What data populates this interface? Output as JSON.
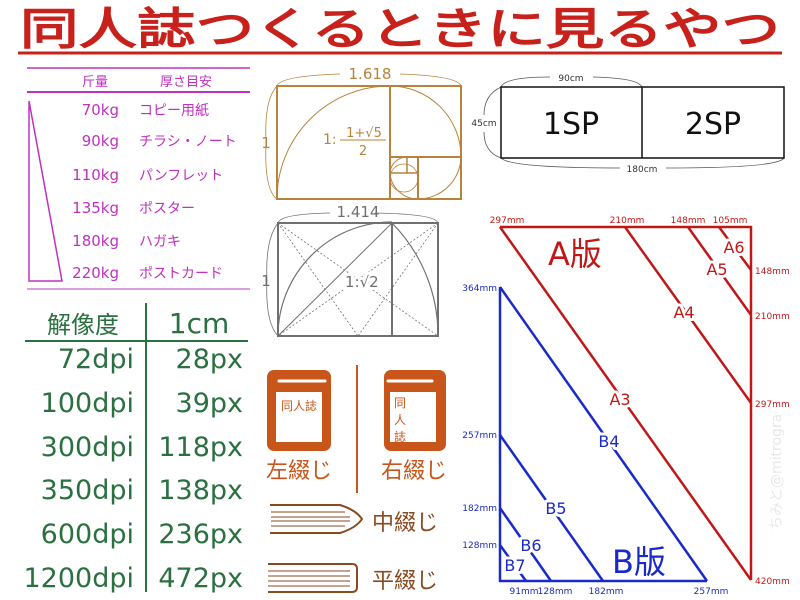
{
  "title": "同人誌つくるときに見るやつ",
  "colors": {
    "title": "#c8201a",
    "paper": "#c030c0",
    "resolution": "#2a7040",
    "golden": "#b8823a",
    "silver": "#707070",
    "binding": "#c8561a",
    "binding_dark": "#8a4a20",
    "a_series": "#c01818",
    "b_series": "#1a2ac8"
  },
  "paper_weight": {
    "headers": [
      "斤量",
      "厚さ目安"
    ],
    "rows": [
      {
        "weight": "70kg",
        "use": "コピー用紙"
      },
      {
        "weight": "90kg",
        "use": "チラシ・ノート"
      },
      {
        "weight": "110kg",
        "use": "パンフレット"
      },
      {
        "weight": "135kg",
        "use": "ポスター"
      },
      {
        "weight": "180kg",
        "use": "ハガキ"
      },
      {
        "weight": "220kg",
        "use": "ポストカード"
      }
    ]
  },
  "resolution": {
    "headers": [
      "解像度",
      "1cm"
    ],
    "rows": [
      {
        "dpi": "72dpi",
        "px": "28px"
      },
      {
        "dpi": "100dpi",
        "px": "39px"
      },
      {
        "dpi": "300dpi",
        "px": "118px"
      },
      {
        "dpi": "350dpi",
        "px": "138px"
      },
      {
        "dpi": "600dpi",
        "px": "236px"
      },
      {
        "dpi": "1200dpi",
        "px": "472px"
      }
    ]
  },
  "golden_ratio": {
    "width_label": "1.618",
    "height_label": "1",
    "formula_prefix": "1:",
    "formula_num": "1+√5",
    "formula_den": "2"
  },
  "silver_ratio": {
    "width_label": "1.414",
    "height_label": "1",
    "formula": "1:√2"
  },
  "binding": {
    "left_label": "左綴じ",
    "right_label": "右綴じ",
    "book_title": "同人誌",
    "book_title_chars": [
      "同",
      "人",
      "誌"
    ],
    "saddle_label": "中綴じ",
    "side_label": "平綴じ"
  },
  "spread": {
    "page1": "1SP",
    "page2": "2SP",
    "page_width": "90cm",
    "height": "45cm",
    "total_width": "180cm"
  },
  "paper_sizes": {
    "a_title": "A版",
    "b_title": "B版",
    "a_labels": [
      "A3",
      "A4",
      "A5",
      "A6"
    ],
    "b_labels": [
      "B4",
      "B5",
      "B6",
      "B7"
    ],
    "a_top": [
      "297mm",
      "210mm",
      "148mm",
      "105mm"
    ],
    "a_right": [
      "148mm",
      "210mm",
      "297mm",
      "420mm"
    ],
    "b_left": [
      "364mm",
      "257mm",
      "182mm",
      "128mm"
    ],
    "b_bottom": [
      "91mm",
      "128mm",
      "182mm",
      "257mm"
    ]
  },
  "watermark": "ちみと@mitrogra"
}
